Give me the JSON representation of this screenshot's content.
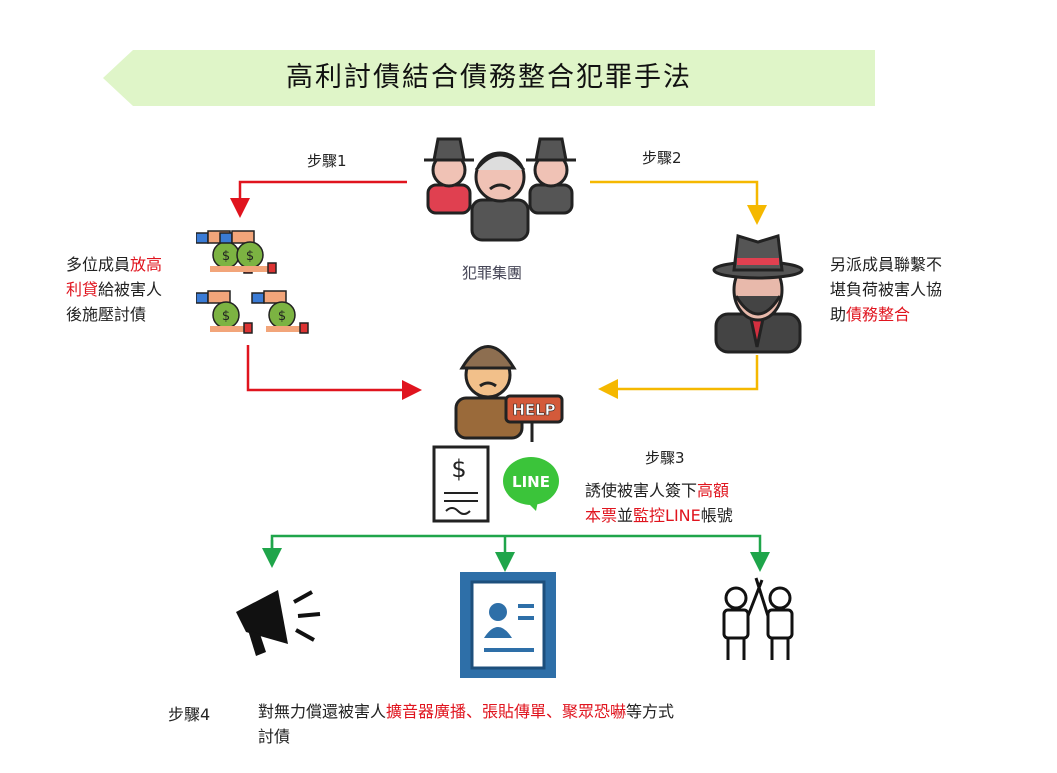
{
  "title": "高利討債結合債務整合犯罪手法",
  "colors": {
    "banner": "#dff5c8",
    "red": "#e0141e",
    "yellow": "#f5b800",
    "green": "#1fa54a"
  },
  "gang": {
    "label": "犯罪集團"
  },
  "step1": {
    "label": "步驟1",
    "desc": [
      {
        "t": "多位成員",
        "hl": false
      },
      {
        "t": "放高",
        "hl": true
      },
      {
        "t": "\n",
        "hl": false
      },
      {
        "t": "利貸",
        "hl": true
      },
      {
        "t": "給被害人\n後施壓討債",
        "hl": false
      }
    ]
  },
  "step2": {
    "label": "步驟2",
    "desc": [
      {
        "t": "另派成員聯繫不\n堪負荷被害人協\n助",
        "hl": false
      },
      {
        "t": "債務整合",
        "hl": true
      }
    ]
  },
  "step3": {
    "label": "步驟3",
    "desc": [
      {
        "t": "誘使被害人簽下",
        "hl": false
      },
      {
        "t": "高額\n本票",
        "hl": true
      },
      {
        "t": "並",
        "hl": false
      },
      {
        "t": "監控LINE",
        "hl": true
      },
      {
        "t": "帳號",
        "hl": false
      }
    ]
  },
  "step4": {
    "label": "步驟4",
    "desc": [
      {
        "t": "對無力償還被害人",
        "hl": false
      },
      {
        "t": "擴音器廣播、張貼傳單、聚眾恐嚇",
        "hl": true
      },
      {
        "t": "等方式\n討債",
        "hl": false
      }
    ]
  },
  "icons": {
    "help_sign": "HELP",
    "line_logo": "LINE"
  }
}
